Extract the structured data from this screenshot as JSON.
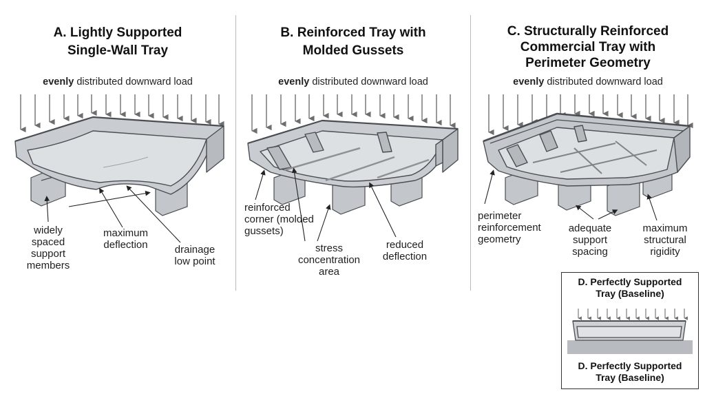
{
  "panels": {
    "a": {
      "title_line1": "A. Lightly Supported",
      "title_line2": "Single-Wall Tray",
      "load_emphasis": "evenly",
      "load_rest": "distributed downward load",
      "labels": {
        "supports_1": "widely",
        "supports_2": "spaced",
        "supports_3": "support",
        "supports_4": "members",
        "deflection_1": "maximum",
        "deflection_2": "deflection",
        "drainage_1": "drainage",
        "drainage_2": "low point"
      }
    },
    "b": {
      "title_line1": "B. Reinforced Tray with",
      "title_line2": "Molded Gussets",
      "load_emphasis": "evenly",
      "load_rest": "distributed downward load",
      "labels": {
        "corner_1": "reinforced",
        "corner_2": "corner (molded",
        "corner_3": "gussets)",
        "stress_1": "stress",
        "stress_2": "concentration",
        "stress_3": "area",
        "reduced_1": "reduced",
        "reduced_2": "deflection"
      }
    },
    "c": {
      "title_line1": "C. Structurally Reinforced",
      "title_line2": "Commercial Tray with",
      "title_line3": "Perimeter Geometry",
      "load_emphasis": "evenly",
      "load_rest": "distributed downward load",
      "labels": {
        "perimeter_1": "perimeter",
        "perimeter_2": "reinforcement",
        "perimeter_3": "geometry",
        "spacing_1": "adequate",
        "spacing_2": "support",
        "spacing_3": "spacing",
        "rigidity_1": "maximum",
        "rigidity_2": "structural",
        "rigidity_3": "rigidity"
      }
    },
    "d": {
      "title_line1": "D. Perfectly Supported",
      "title_line2": "Tray (Baseline)",
      "caption_line1": "D. Perfectly Supported",
      "caption_line2": "Tray (Baseline)"
    }
  },
  "colors": {
    "tray_fill": "#d3d5d8",
    "tray_dark": "#9ea2a7",
    "tray_edge": "#4a4d52",
    "arrow": "#6e6e6e",
    "divider": "#b8b8b8"
  }
}
